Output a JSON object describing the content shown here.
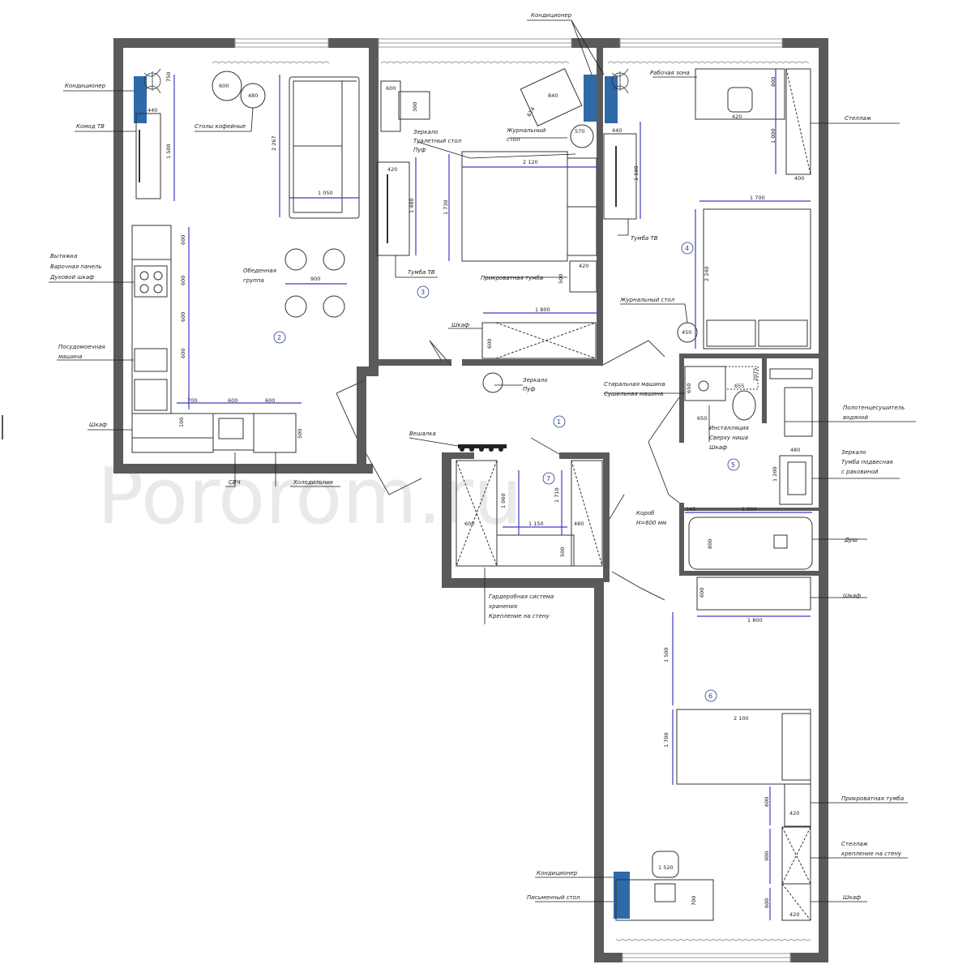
{
  "watermark": "Pororom.ru",
  "rooms": {
    "r1": "1",
    "r2": "2",
    "r3": "3",
    "r4": "4",
    "r5": "5",
    "r6": "6",
    "r7": "7"
  },
  "labels": {
    "ac_top_left": "Кондиционер",
    "tv_console": "Комод ТВ",
    "coffee_tables": "Столы кофейные",
    "hood": "Вытяжка",
    "hob": "Варочная панель",
    "oven": "Духовой шкаф",
    "dining_group_1": "Обеденная",
    "dining_group_2": "группа",
    "dishwasher_1": "Посудомоечная",
    "dishwasher_2": "машина",
    "cabinet_kitchen": "Шкаф",
    "microwave": "СВЧ",
    "fridge": "Холодильник",
    "mirror_top": "Зеркало",
    "dressing_table": "Туалетный стол",
    "pouf_top": "Пуф",
    "tv_stand_3": "Тумба ТВ",
    "ac_top_mid": "Кондиционер",
    "coffee_table_3_1": "Журнальный",
    "coffee_table_3_2": "стол",
    "bedside_3": "Прикроватная тумба",
    "wardrobe_3": "Шкаф",
    "mirror_hall": "Зеркало",
    "pouf_hall": "Пуф",
    "hanger": "Вешалка",
    "work_zone": "Рабочая зона",
    "rack_top": "Стеллаж",
    "tv_stand_4": "Тумба ТВ",
    "coffee_table_4": "Журнальный стол",
    "washer_1": "Стиральная машина",
    "washer_2": "Сушильная машина",
    "installation_1": "Инсталляция",
    "installation_2": "Сверху ниша",
    "installation_3": "Шкаф",
    "towel_1": "Полотенцесушитель",
    "towel_2": "водяной",
    "mirror_bath_1": "Зеркало",
    "mirror_bath_2": "Тумба подвесная",
    "mirror_bath_3": "с раковиной",
    "box_1": "Короб",
    "box_2": "Н=600 мм",
    "shower": "Душ",
    "cabinet_bath": "Шкаф",
    "wardrobe_sys_1": "Гардеробная система",
    "wardrobe_sys_2": "хранения",
    "wardrobe_sys_3": "Крепление на стену",
    "bedside_6": "Прикроватная тумба",
    "rack_6_1": "Стеллаж",
    "rack_6_2": "крепление на стену",
    "cabinet_6": "Шкаф",
    "ac_bottom": "Кондиционер",
    "desk": "Письменный стол"
  },
  "dims": {
    "d750": "750",
    "d440a": "440",
    "d1500a": "1 500",
    "d600a": "600",
    "d480a": "480",
    "d2267": "2 267",
    "d1050": "1 050",
    "d600k1": "600",
    "d600k2": "600",
    "d600k3": "600",
    "d600k4": "600",
    "d700": "700",
    "d600k5": "600",
    "d600k6": "600",
    "d100": "100",
    "d500k": "500",
    "d900dining": "900",
    "d600s": "600",
    "d300": "300",
    "d420a": "420",
    "d1480": "1 480",
    "d2120": "2 120",
    "d1730": "1 730",
    "d840": "840",
    "d614": "614",
    "d570": "570",
    "d440b": "440",
    "d1500b": "1 500",
    "d420b": "420",
    "d500b": "500",
    "d1800a": "1 800",
    "d600w": "600",
    "d800": "800",
    "d1000": "1 000",
    "d400": "400",
    "d420c": "420",
    "d1700": "1 700",
    "d2240": "2 240",
    "d450": "450",
    "d650a": "650",
    "d650b": "650",
    "d655": "655",
    "d2075": "2075",
    "d480b": "480",
    "d1200": "1 200",
    "d145": "145",
    "d1900": "1 900",
    "d800b": "800",
    "d1060": "1 060",
    "d600g": "600",
    "d1150": "1 150",
    "d1710": "1 710",
    "d480c": "480",
    "d500g": "500",
    "d600c": "600",
    "d1800b": "1 800",
    "d1500c": "1 500",
    "d2100": "2 100",
    "d1700b": "1 700",
    "d600d": "600",
    "d420d": "420",
    "d900e": "900",
    "d600e": "600",
    "d420e": "420",
    "d1520": "1 520",
    "d700b": "700"
  },
  "colors": {
    "wall": "#5a5a5a",
    "ac": "#2e6aa8",
    "dim": "#3c3cc8",
    "leader": "#1a1a1a",
    "window": "#c8c8c8"
  },
  "icons": [
    "plant-icon",
    "ac-unit-icon",
    "stove-icon",
    "sink-icon",
    "bed-icon",
    "chair-icon",
    "toilet-icon",
    "bathtub-icon",
    "wardrobe-icon"
  ]
}
